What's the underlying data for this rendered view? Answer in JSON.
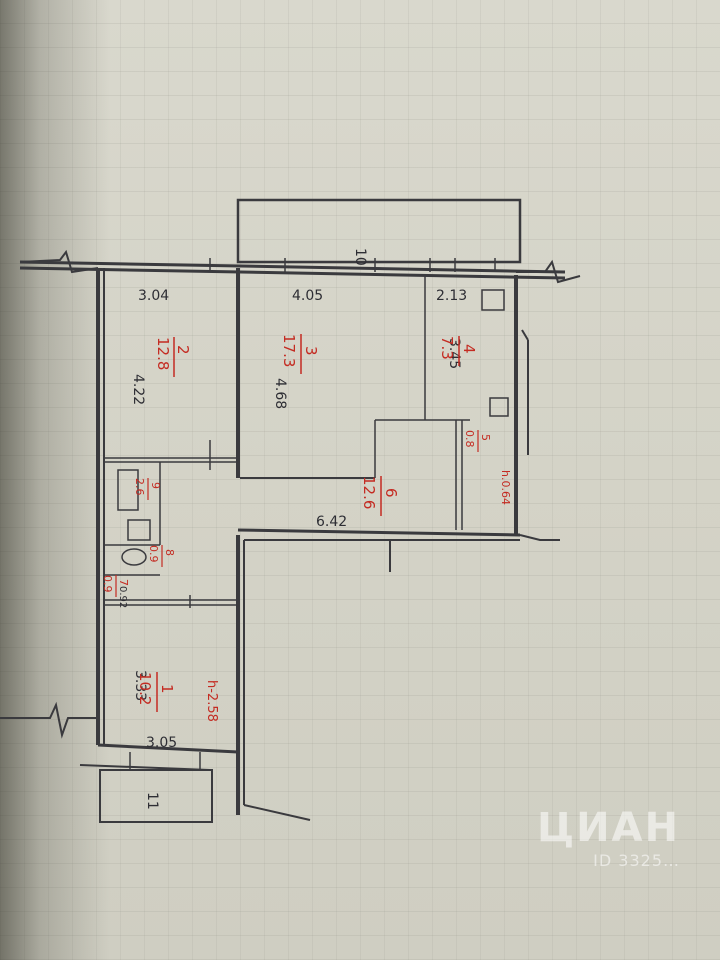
{
  "plan": {
    "balcony_label": "10",
    "loggia_label": "11",
    "dimensions": {
      "room2_width": "3.04",
      "room3_width": "4.05",
      "room4_width": "2.13",
      "room4_depth": "3.45",
      "room2_depth": "4.22",
      "room3_depth": "4.68",
      "hall_length": "6.42",
      "room1_width": "3.05",
      "room1_depth": "3.33",
      "corridor_width": "0.92"
    },
    "rooms": [
      {
        "num": "2",
        "area": "12.8"
      },
      {
        "num": "3",
        "area": "17.3"
      },
      {
        "num": "4",
        "area": "7.3"
      },
      {
        "num": "5",
        "area": "0.8"
      },
      {
        "num": "6",
        "area": "12.6"
      },
      {
        "num": "1",
        "area": "10.2"
      },
      {
        "num": "7",
        "area": "0.9"
      },
      {
        "num": "8",
        "area": "0.9"
      },
      {
        "num": "9",
        "area": "2.6"
      }
    ],
    "notes": {
      "ceiling_height": "h-2.58",
      "right_note": "h.0.64"
    }
  },
  "watermark": {
    "brand": "ЦИАН",
    "id": "ID 3325…"
  }
}
